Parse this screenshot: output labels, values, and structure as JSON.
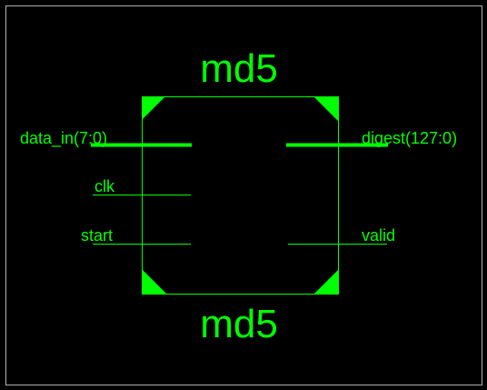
{
  "symbol": {
    "name_top": "md5",
    "name_bottom": "md5"
  },
  "ports": {
    "left": [
      {
        "label": "data_in(7:0)",
        "bus": true
      },
      {
        "label": "clk",
        "bus": false
      },
      {
        "label": "start",
        "bus": false
      }
    ],
    "right": [
      {
        "label": "digest(127:0)",
        "bus": true
      },
      {
        "label": "valid",
        "bus": false
      }
    ]
  },
  "colors": {
    "background": "#000000",
    "foreground": "#00ff00",
    "frame": "#b0b0b0"
  }
}
